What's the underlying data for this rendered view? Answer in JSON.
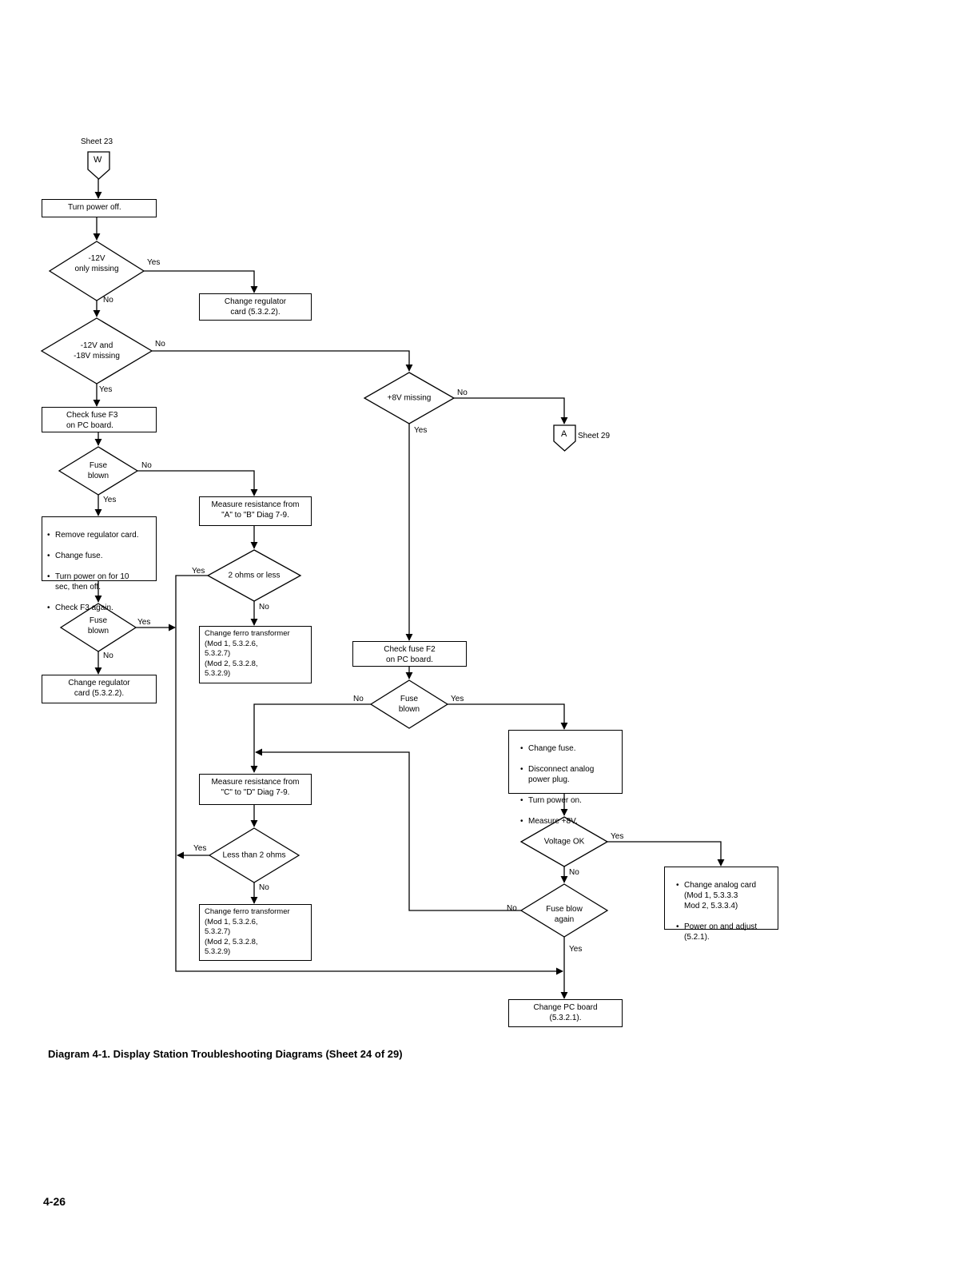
{
  "connectors": {
    "top_ref_label": "Sheet 23",
    "top_letter": "W",
    "bottom_letter": "A",
    "bottom_ref_label": "Sheet 29"
  },
  "boxes": {
    "turn_power_off": "Turn power off.",
    "change_reg_card_1": "Change regulator\ncard (5.3.2.2).",
    "check_fuse_f3": "Check fuse F3\non PC board.",
    "remove_steps": [
      "Remove regulator card.",
      "Change fuse.",
      "Turn power on for 10\nsec, then off.",
      "Check F3 again."
    ],
    "change_reg_card_2": "Change regulator\ncard (5.3.2.2).",
    "measure_ab": "Measure resistance from\n\"A\" to \"B\" Diag 7-9.",
    "change_ferro_1": "Change ferro transformer\n(Mod 1, 5.3.2.6,\n5.3.2.7)\n(Mod 2, 5.3.2.8,\n5.3.2.9)",
    "check_fuse_f2": "Check fuse F2\non PC board.",
    "measure_cd": "Measure resistance from\n\"C\" to \"D\" Diag 7-9.",
    "change_ferro_2": "Change ferro transformer\n(Mod 1, 5.3.2.6,\n5.3.2.7)\n(Mod 2, 5.3.2.8,\n5.3.2.9)",
    "change_fuse_steps": [
      "Change fuse.",
      "Disconnect analog\npower plug.",
      "Turn power on.",
      "Measure +8V."
    ],
    "change_analog_steps": [
      "Change analog card\n(Mod 1, 5.3.3.3\nMod 2, 5.3.3.4)",
      "Power on and adjust\n(5.2.1)."
    ],
    "change_pc_board": "Change PC board\n(5.3.2.1)."
  },
  "decisions": {
    "d1": "-12V\nonly missing",
    "d2": "-12V and\n-18V missing",
    "d3": "+8V missing",
    "d4": "Fuse\nblown",
    "d5": "2 ohms or less",
    "d6": "Fuse\nblown",
    "d7": "Fuse\nblown",
    "d8": "Less than 2 ohms",
    "d9": "Voltage OK",
    "d10": "Fuse blow\nagain"
  },
  "branch_labels": {
    "d1_yes": "Yes",
    "d1_no": "No",
    "d2_no": "No",
    "d2_yes": "Yes",
    "d3_no": "No",
    "d3_yes": "Yes",
    "d4_no": "No",
    "d4_yes": "Yes",
    "d5_yes": "Yes",
    "d5_no": "No",
    "d6_yes": "Yes",
    "d6_no": "No",
    "d7_no": "No",
    "d7_yes": "Yes",
    "d8_yes": "Yes",
    "d8_no": "No",
    "d9_yes": "Yes",
    "d9_no": "No",
    "d10_no": "No",
    "d10_yes": "Yes"
  },
  "caption": "Diagram 4-1. Display Station Troubleshooting Diagrams (Sheet 24 of 29)",
  "page_number": "4-26"
}
